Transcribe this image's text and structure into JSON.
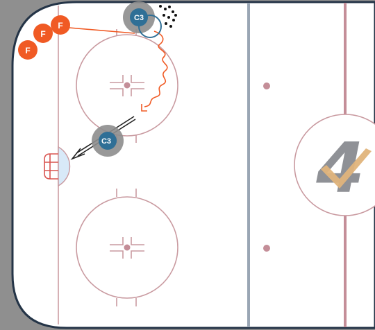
{
  "players": {
    "forwards": [
      {
        "label": "F"
      },
      {
        "label": "F"
      },
      {
        "label": "F"
      }
    ],
    "coaches": [
      {
        "label": "C3"
      },
      {
        "label": "C3"
      }
    ]
  },
  "colors": {
    "outside": "#8f8f8f",
    "ice": "#ffffff",
    "boards": "#243447",
    "faceoff_line": "#c99aa0",
    "blue_line": "#9aa6b4",
    "red_line": "#c48e98",
    "crease": "#d8e9f8",
    "goal": "#d9534f",
    "forward": "#f05a24",
    "coach": "#2f6f96",
    "coach_halo": "#8d8d8d",
    "pass_line": "#f05a24",
    "skate_path": "#f05a24",
    "shot_arrow": "#222222",
    "pucks": "#111111",
    "logo_gray": "#8f9196",
    "logo_gold": "#e0b47b"
  },
  "logo": {
    "glyph": "4"
  }
}
